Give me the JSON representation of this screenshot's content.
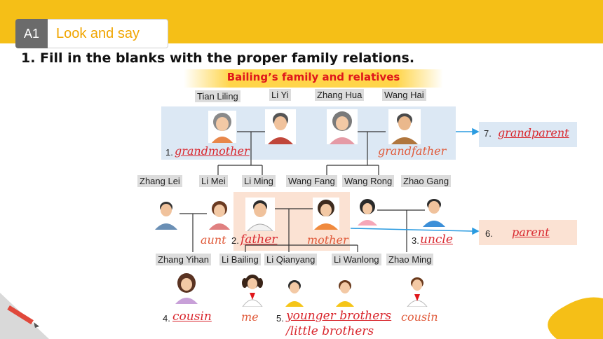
{
  "header": {
    "tag": "A1",
    "title": "Look and say"
  },
  "instruction": "1. Fill in the blanks with the proper family relations.",
  "tree_title": "Bailing’s family and relatives",
  "gen1": {
    "names": [
      "Tian Liling",
      "Li Yi",
      "Zhang Hua",
      "Wang Hai"
    ]
  },
  "gen2": {
    "names": [
      "Zhang Lei",
      "Li Mei",
      "Li Ming",
      "Wang Fang",
      "Wang Rong",
      "Zhao Gang"
    ]
  },
  "gen3": {
    "names": [
      "Zhang Yihan",
      "Li Bailing",
      "Li Qianyang",
      "Li Wanlong",
      "Zhao Ming"
    ]
  },
  "labels": {
    "q1_num": "1.",
    "q1_ans": "grandmother",
    "grandfather": "grandfather",
    "q7_num": "7.",
    "q7_ans": "grandparent",
    "aunt": "aunt",
    "q2_num": "2.",
    "q2_ans": "father",
    "mother": "mother",
    "q3_num": "3.",
    "q3_ans": "uncle",
    "q6_num": "6.",
    "q6_ans": "parent",
    "q4_num": "4.",
    "q4_ans": "cousin",
    "me": "me",
    "q5_num": "5.",
    "q5_ans_line1": "younger brothers",
    "q5_ans_line2": "/little brothers",
    "cousin2": "cousin"
  },
  "colors": {
    "accent": "#f5bf17",
    "answer": "#d9272e",
    "blue_box": "#dce8f4",
    "pink_box": "#fbe2d3",
    "arrow": "#2b9be0"
  }
}
